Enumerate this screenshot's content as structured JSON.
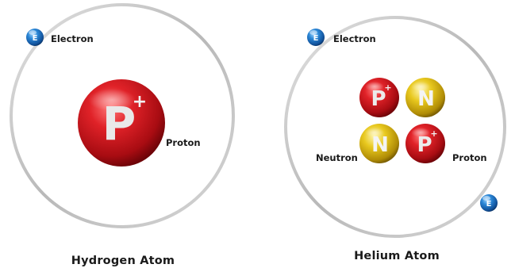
{
  "hydrogen": {
    "caption": "Hydrogen Atom",
    "electron_label": "Electron",
    "proton_label": "Proton",
    "electron_symbol": "E",
    "proton_symbol": "P",
    "charge_symbol": "+"
  },
  "helium": {
    "caption": "Helium Atom",
    "electron_label": "Electron",
    "proton_label": "Proton",
    "neutron_label": "Neutron",
    "electron_symbol": "E",
    "proton_symbol": "P",
    "neutron_symbol": "N",
    "charge_symbol": "+"
  },
  "colors": {
    "proton": "#d8141c",
    "neutron": "#e2c21a",
    "electron": "#1f78c8",
    "orbit": "#c8c8c8",
    "text": "#1a1a1a"
  }
}
